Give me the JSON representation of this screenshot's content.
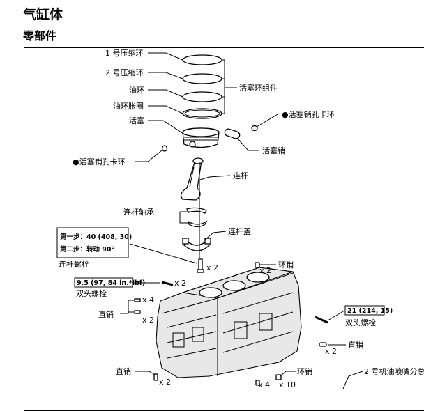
{
  "header": {
    "title": "气缸体",
    "subtitle": "零部件"
  },
  "labels": {
    "ring1": "1 号压缩环",
    "ring2": "2 号压缩环",
    "oil_ring": "油环",
    "oil_expander": "油环胀圈",
    "piston": "活塞",
    "ring_set": "活塞环组件",
    "snap_ring_right": "●活塞销孔卡环",
    "snap_ring_left": "●活塞销孔卡环",
    "piston_pin": "活塞销",
    "con_rod": "连杆",
    "rod_bearing": "连杆轴承",
    "rod_cap": "连杆盖",
    "rod_bolt": "连杆螺栓",
    "ring_pin_top": "环销",
    "stud_left": "双头螺栓",
    "stud_right": "双头螺栓",
    "straight_pin_left": "直销",
    "straight_pin_right": "直销",
    "straight_pin_bottom": "直销",
    "ring_pin_bottom": "环销",
    "oil_nozzle": "2 号机油喷嘴分总"
  },
  "torque": {
    "step1": "第一步：40 (408, 30)",
    "step2": "第二步：转动 90°",
    "stud_left": "9.5 (97, 84 in.*lbf)",
    "stud_right": "21 (214, 15)"
  },
  "quantities": {
    "rod_bolt": "x 2",
    "ring_pin_top": "x 2",
    "stud_left": "x 2",
    "pin_left_a": "x 4",
    "pin_left_b": "x 2",
    "pin_right": "x 2",
    "pin_bottom": "x 2",
    "ring_pin_bottom": "x 4",
    "nozzle": "x 10"
  }
}
